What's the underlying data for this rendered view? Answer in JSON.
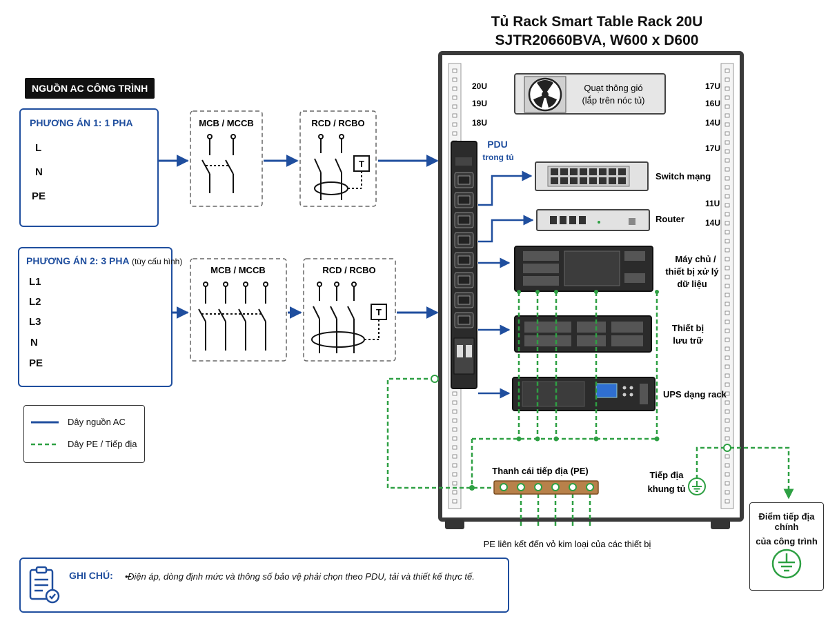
{
  "title": {
    "line1": "Tủ Rack Smart Table Rack 20U",
    "line2": "SJTR20660BVA, W600 x D600"
  },
  "source_label": "NGUỒN AC CÔNG TRÌNH",
  "option1": {
    "title": "PHƯƠNG ÁN 1: 1 PHA",
    "wires": [
      "L",
      "N",
      "PE"
    ]
  },
  "option2": {
    "title": "PHƯƠNG ÁN 2: 3 PHA",
    "title_note": "(tùy cấu hình)",
    "wires": [
      "L1",
      "L2",
      "L3",
      "N",
      "PE"
    ]
  },
  "devices": {
    "mcb": "MCB / MCCB",
    "rcd": "RCD / RCBO",
    "t_symbol": "T"
  },
  "pdu": {
    "title": "PDU",
    "subtitle": "trong tủ"
  },
  "rack_units": {
    "left": [
      "20U",
      "19U",
      "18U"
    ],
    "right": [
      "17U",
      "16U",
      "14U",
      "17U",
      "11U",
      "14U"
    ]
  },
  "equipment": {
    "fan_line1": "Quạt thông gió",
    "fan_line2": "(lắp trên nóc tủ)",
    "switch": "Switch mạng",
    "router": "Router",
    "server_line1": "Máy chủ /",
    "server_line2": "thiết bị xử lý",
    "server_line3": "dữ liệu",
    "storage_line1": "Thiết bị",
    "storage_line2": "lưu trữ",
    "ups": "UPS dạng rack"
  },
  "ground": {
    "busbar": "Thanh cái tiếp địa (PE)",
    "cabinet_line1": "Tiếp địa",
    "cabinet_line2": "khung tủ",
    "pe_link": "PE liên kết đến vỏ kim loại của các thiết bị",
    "main_line1": "Điểm tiếp địa chính",
    "main_line2": "của công trình"
  },
  "legend": {
    "ac": "Dây nguồn AC",
    "pe": "Dây PE / Tiếp địa"
  },
  "note": {
    "title": "GHI CHÚ:",
    "text": "Điện áp, dòng định mức và thông số bảo vệ phải chọn theo PDU, tải và thiết kế thực tế."
  },
  "colors": {
    "ac_wire": "#1f4e9e",
    "pe_wire": "#2ea043",
    "live": "#7a3b1f",
    "neutral": "#3a86e0",
    "l2": "#111111",
    "l3": "#666666"
  }
}
